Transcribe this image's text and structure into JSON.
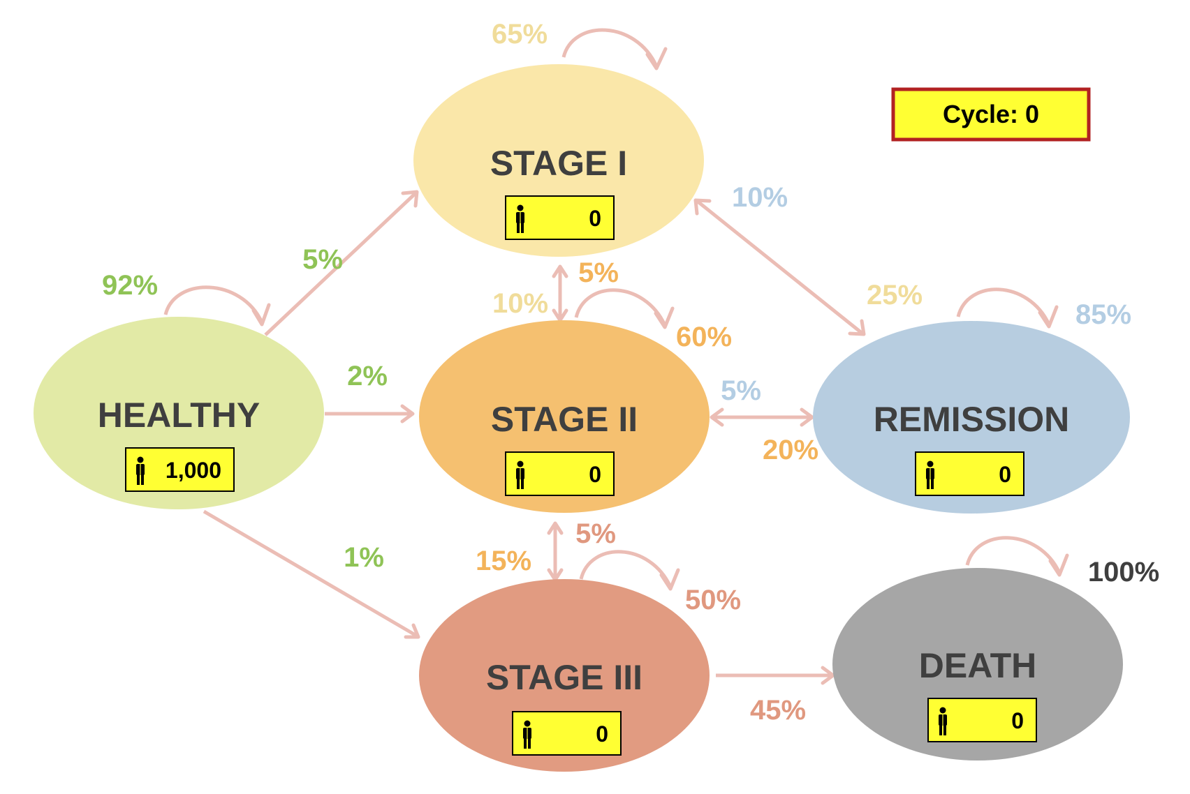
{
  "cycle_label": "Cycle: 0",
  "states": {
    "stage1": {
      "label": "STAGE I",
      "count": "0",
      "color": "#fae7a9"
    },
    "healthy": {
      "label": "HEALTHY",
      "count": "1,000",
      "color": "#e2eaa6"
    },
    "stage2": {
      "label": "STAGE II",
      "count": "0",
      "color": "#f5c070"
    },
    "remission": {
      "label": "REMISSION",
      "count": "0",
      "color": "#b7cde0"
    },
    "stage3": {
      "label": "STAGE III",
      "count": "0",
      "color": "#e19b81"
    },
    "death": {
      "label": "DEATH",
      "count": "0",
      "color": "#a6a6a6"
    }
  },
  "transitions": {
    "stage1_self": "65%",
    "healthy_self": "92%",
    "healthy_to_stage1": "5%",
    "healthy_to_stage2": "2%",
    "healthy_to_stage3": "1%",
    "remission_to_stage1": "10%",
    "stage1_to_remission": "25%",
    "stage2_to_stage1": "5%",
    "stage1_to_stage2": "10%",
    "stage2_self": "60%",
    "remission_self": "85%",
    "remission_to_stage2": "5%",
    "stage2_to_remission": "20%",
    "stage3_to_stage2": "5%",
    "stage2_to_stage3": "15%",
    "stage3_self": "50%",
    "death_self": "100%",
    "stage3_to_death": "45%"
  },
  "colors": {
    "arrow": "#ebbdb5",
    "count_box_fill": "#ffff33",
    "cycle_box_border": "#b22222",
    "pct_green": "#8fc356",
    "pct_yellow": "#f0dc9a",
    "pct_orange": "#f3b35a",
    "pct_blue": "#b3cde3",
    "pct_salmon": "#e0987f",
    "pct_dark": "#3f3f3f"
  },
  "icons": {
    "person": "person-icon"
  }
}
